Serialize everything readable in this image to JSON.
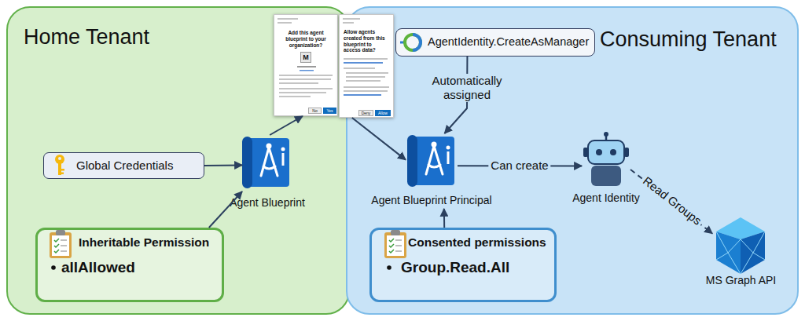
{
  "diagram": {
    "nodes": [
      {
        "text": [
          "Home Tenant"
        ]
      },
      {
        "text": [
          "Consuming Tenant"
        ]
      },
      {
        "text": [
          "Add this agent blueprint to your organization?",
          "M",
          "No",
          "Yes"
        ],
        "in": 0
      },
      {
        "text": [
          "Allow agents created from this blueprint to access data?",
          "Deny",
          "Allow"
        ]
      },
      {
        "text": [
          "Global Credentials"
        ],
        "in": 0
      },
      {
        "text": [
          "Agent Blueprint"
        ],
        "in": 0
      },
      {
        "text": [
          "Inheritable Permission",
          "allAllowed"
        ],
        "in": 0
      },
      {
        "text": [
          "AgentIdentity.CreateAsManager"
        ],
        "in": 1
      },
      {
        "text": [
          "Agent Blueprint Principal"
        ],
        "in": 1
      },
      {
        "text": [
          "Agent Identity"
        ],
        "in": 1
      },
      {
        "text": [
          "Consented permissions",
          "Group.Read.All"
        ],
        "in": 1
      },
      {
        "text": [
          "MS Graph API"
        ],
        "in": 1
      }
    ],
    "edges": [
      {
        "from": 4,
        "to": 5,
        "arrow": "to"
      },
      {
        "from": 6,
        "to": 5,
        "arrow": "to"
      },
      {
        "from": 5,
        "to": 2,
        "arrow": "to"
      },
      {
        "from": 3,
        "to": 8,
        "arrow": "to"
      },
      {
        "from": 7,
        "to": 8,
        "arrow": "to",
        "label": "Automatically assigned"
      },
      {
        "from": 10,
        "to": 8,
        "arrow": "to"
      },
      {
        "from": 8,
        "to": 9,
        "arrow": "to",
        "label": "Can create"
      },
      {
        "from": 9,
        "to": 11,
        "arrow": "to",
        "label": "Read Groups"
      }
    ]
  }
}
